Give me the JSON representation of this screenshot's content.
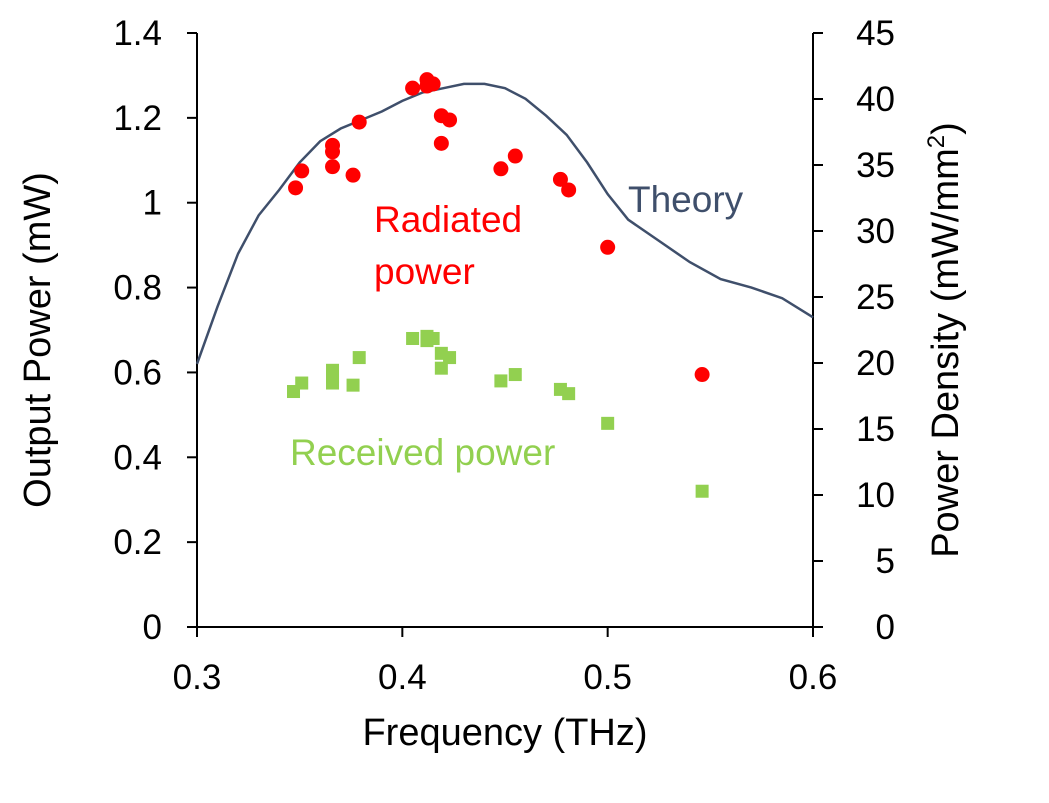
{
  "chart_data": {
    "type": "scatter",
    "xlabel": "Frequency (THz)",
    "ylabel_left": "Output Power (mW)",
    "ylabel_right_main": "Power Density (mW/mm",
    "ylabel_right_sup": "2",
    "ylabel_right_close": ")",
    "xlim": [
      0.3,
      0.6
    ],
    "ylim_left": [
      0,
      1.4
    ],
    "ylim_right": [
      0,
      45
    ],
    "x_ticks": [
      "0.3",
      "0.4",
      "0.5",
      "0.6"
    ],
    "x_tick_values": [
      0.3,
      0.4,
      0.5,
      0.6
    ],
    "y_left_ticks": [
      "0",
      "0.2",
      "0.4",
      "0.6",
      "0.8",
      "1",
      "1.2",
      "1.4"
    ],
    "y_left_tick_values": [
      0,
      0.2,
      0.4,
      0.6,
      0.8,
      1.0,
      1.2,
      1.4
    ],
    "y_right_ticks": [
      "0",
      "5",
      "10",
      "15",
      "20",
      "25",
      "30",
      "35",
      "40",
      "45"
    ],
    "y_right_tick_values": [
      0,
      5,
      10,
      15,
      20,
      25,
      30,
      35,
      40,
      45
    ],
    "grid": false,
    "series": [
      {
        "name": "Radiated power",
        "label_lines": [
          "Radiated",
          "power"
        ],
        "marker": "circle",
        "color": "#ff0000",
        "axis": "left",
        "points": [
          [
            0.348,
            1.035
          ],
          [
            0.351,
            1.075
          ],
          [
            0.366,
            1.085
          ],
          [
            0.366,
            1.12
          ],
          [
            0.366,
            1.135
          ],
          [
            0.376,
            1.065
          ],
          [
            0.379,
            1.19
          ],
          [
            0.405,
            1.27
          ],
          [
            0.412,
            1.275
          ],
          [
            0.412,
            1.29
          ],
          [
            0.415,
            1.28
          ],
          [
            0.419,
            1.14
          ],
          [
            0.419,
            1.205
          ],
          [
            0.423,
            1.195
          ],
          [
            0.448,
            1.08
          ],
          [
            0.455,
            1.11
          ],
          [
            0.477,
            1.055
          ],
          [
            0.481,
            1.03
          ],
          [
            0.5,
            0.895
          ],
          [
            0.546,
            0.595
          ]
        ]
      },
      {
        "name": "Received power",
        "label_lines": [
          "Received power"
        ],
        "marker": "square",
        "color": "#92d050",
        "axis": "left",
        "points": [
          [
            0.347,
            0.555
          ],
          [
            0.351,
            0.575
          ],
          [
            0.366,
            0.575
          ],
          [
            0.366,
            0.59
          ],
          [
            0.366,
            0.605
          ],
          [
            0.376,
            0.57
          ],
          [
            0.379,
            0.635
          ],
          [
            0.405,
            0.68
          ],
          [
            0.412,
            0.675
          ],
          [
            0.412,
            0.685
          ],
          [
            0.415,
            0.68
          ],
          [
            0.419,
            0.61
          ],
          [
            0.419,
            0.645
          ],
          [
            0.423,
            0.635
          ],
          [
            0.448,
            0.58
          ],
          [
            0.455,
            0.595
          ],
          [
            0.477,
            0.56
          ],
          [
            0.481,
            0.55
          ],
          [
            0.5,
            0.48
          ],
          [
            0.546,
            0.32
          ]
        ]
      },
      {
        "name": "Theory",
        "label_lines": [
          "Theory"
        ],
        "marker": "line",
        "color": "#3f4f6b",
        "axis": "left",
        "points": [
          [
            0.3,
            0.62
          ],
          [
            0.31,
            0.755
          ],
          [
            0.32,
            0.88
          ],
          [
            0.33,
            0.97
          ],
          [
            0.34,
            1.03
          ],
          [
            0.35,
            1.095
          ],
          [
            0.36,
            1.145
          ],
          [
            0.37,
            1.175
          ],
          [
            0.38,
            1.195
          ],
          [
            0.39,
            1.215
          ],
          [
            0.4,
            1.24
          ],
          [
            0.41,
            1.26
          ],
          [
            0.42,
            1.27
          ],
          [
            0.43,
            1.28
          ],
          [
            0.44,
            1.28
          ],
          [
            0.45,
            1.27
          ],
          [
            0.46,
            1.245
          ],
          [
            0.47,
            1.205
          ],
          [
            0.48,
            1.16
          ],
          [
            0.49,
            1.095
          ],
          [
            0.5,
            1.02
          ],
          [
            0.51,
            0.96
          ],
          [
            0.525,
            0.91
          ],
          [
            0.54,
            0.86
          ],
          [
            0.555,
            0.82
          ],
          [
            0.57,
            0.8
          ],
          [
            0.585,
            0.775
          ],
          [
            0.6,
            0.73
          ]
        ]
      }
    ]
  }
}
